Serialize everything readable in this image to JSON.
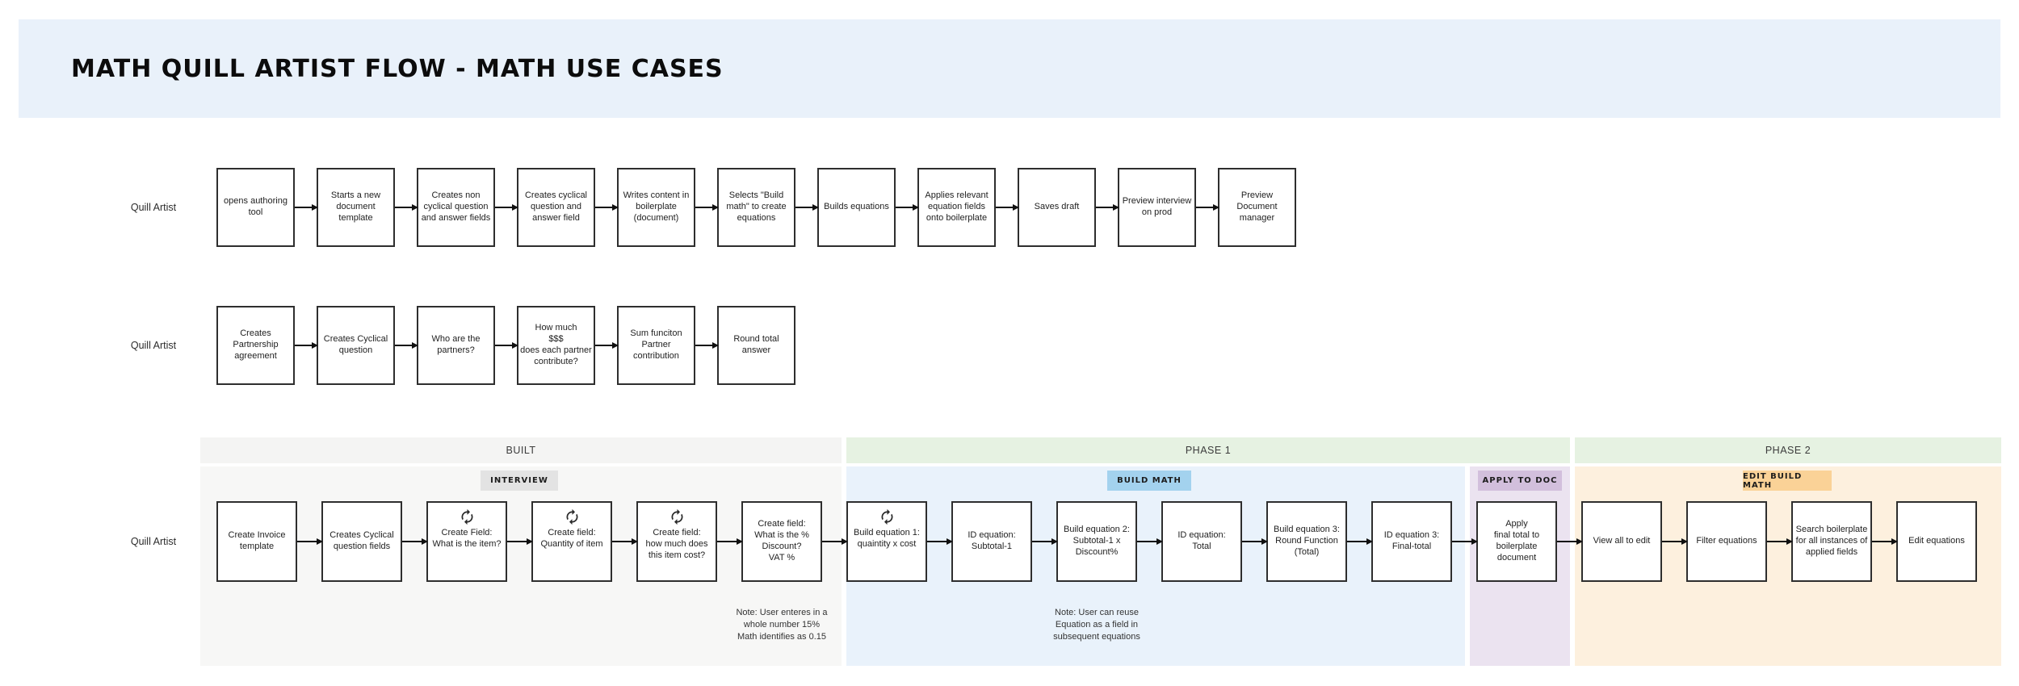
{
  "title": "MATH QUILL ARTIST FLOW - MATH USE CASES",
  "sections": {
    "built": {
      "label": "BUILT"
    },
    "phase1": {
      "label": "PHASE 1"
    },
    "phase2": {
      "label": "PHASE 2"
    }
  },
  "badges": {
    "interview": {
      "label": "INTERVIEW"
    },
    "build_math": {
      "label": "BUILD MATH"
    },
    "apply_to_doc": {
      "label": "APPLY TO DOC"
    },
    "edit_build_math": {
      "label": "EDIT BUILD MATH"
    }
  },
  "lanes": [
    {
      "label": "Quill Artist",
      "boxes": [
        {
          "text": "opens authoring\ntool"
        },
        {
          "text": "Starts a new\ndocument\ntemplate"
        },
        {
          "text": "Creates non\ncyclical question\nand answer fields"
        },
        {
          "text": "Creates cyclical\nquestion and\nanswer field"
        },
        {
          "text": "Writes content in\nboilerplate\n(document)"
        },
        {
          "text": "Selects \"Build\nmath\" to create\nequations"
        },
        {
          "text": "Builds equations"
        },
        {
          "text": "Applies relevant\nequation fields\nonto boilerplate"
        },
        {
          "text": "Saves draft"
        },
        {
          "text": "Preview interview\non prod"
        },
        {
          "text": "Preview\nDocument\nmanager"
        }
      ]
    },
    {
      "label": "Quill Artist",
      "boxes": [
        {
          "text": "Creates\nPartnership\nagreement"
        },
        {
          "text": "Creates Cyclical\nquestion"
        },
        {
          "text": "Who are the\npartners?"
        },
        {
          "text": "How much\n$$$\ndoes each partner\ncontribute?"
        },
        {
          "text": "Sum funciton\nPartner\ncontribution"
        },
        {
          "text": "Round total\nanswer"
        }
      ]
    },
    {
      "label": "Quill Artist",
      "boxes": [
        {
          "text": "Create Invoice\ntemplate"
        },
        {
          "text": "Creates Cyclical\nquestion fields"
        },
        {
          "icon": "cycle",
          "text": "Create Field:\nWhat is the item?"
        },
        {
          "icon": "cycle",
          "text": "Create field:\nQuantity of item"
        },
        {
          "icon": "cycle",
          "text": "Create field:\nhow much does\nthis item cost?"
        },
        {
          "text": "Create field:\nWhat is the %\nDiscount?\nVAT %"
        },
        {
          "icon": "cycle",
          "text": "Build equation 1:\nquaintity x cost"
        },
        {
          "text": "ID equation:\nSubtotal-1"
        },
        {
          "text": "Build equation 2:\nSubtotal-1 x\nDiscount%"
        },
        {
          "text": "ID equation:\nTotal"
        },
        {
          "text": "Build equation 3:\nRound Function\n(Total)"
        },
        {
          "text": "ID equation 3:\nFinal-total"
        },
        {
          "text": "Apply\nfinal total to\nboilerplate\ndocument"
        },
        {
          "text": "View all to edit"
        },
        {
          "text": "Filter equations"
        },
        {
          "text": "Search boilerplate\nfor all instances of\napplied fields"
        },
        {
          "text": "Edit equations"
        }
      ]
    }
  ],
  "notes": [
    {
      "text": "Note: User enteres in a\nwhole number 15%\nMath identifies as 0.15"
    },
    {
      "text": "Note: User can reuse\nEquation as a field in\nsubsequent equations"
    }
  ],
  "colors": {
    "banner_bg": "#e9f1fa",
    "built_header_bg": "#f4f4f3",
    "built_body_bg": "#f7f7f6",
    "phase_header_bg": "#e6f2e2",
    "build_math_body_bg": "#e9f2fb",
    "apply_body_bg": "#ebe3f0",
    "edit_body_bg": "#fdf0de",
    "badge_interview_bg": "#e3e3e3",
    "badge_build_math_bg": "#a3d2ee",
    "badge_apply_bg": "#d2bfdc",
    "badge_edit_bg": "#fad297",
    "box_border": "#2e2e2e"
  }
}
